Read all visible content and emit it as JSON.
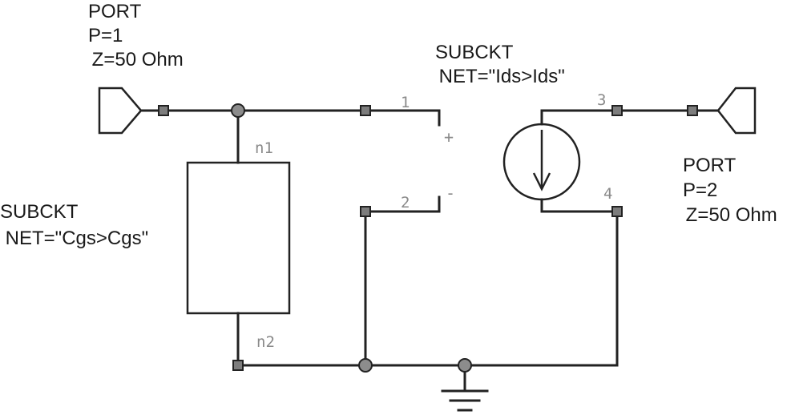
{
  "port1": {
    "line1": "PORT",
    "line2": "P=1",
    "line3": " Z=50 Ohm"
  },
  "port2": {
    "line1": "PORT",
    "line2": "P=2",
    "line3": " Z=50 Ohm"
  },
  "subckt_cgs": {
    "line1": "SUBCKT",
    "line2": " NET=\"Cgs>Cgs\""
  },
  "subckt_ids": {
    "line1": "SUBCKT",
    "line2": " NET=\"Ids>Ids\""
  },
  "pins": {
    "n1": "n1",
    "n2": "n2",
    "p1": "1",
    "p2": "2",
    "p3": "3",
    "p4": "4",
    "plus": "+",
    "minus": "-"
  },
  "colors": {
    "wire": "#222222",
    "pin_text": "#8a8a8a",
    "node_fill": "#8c8c8c"
  }
}
